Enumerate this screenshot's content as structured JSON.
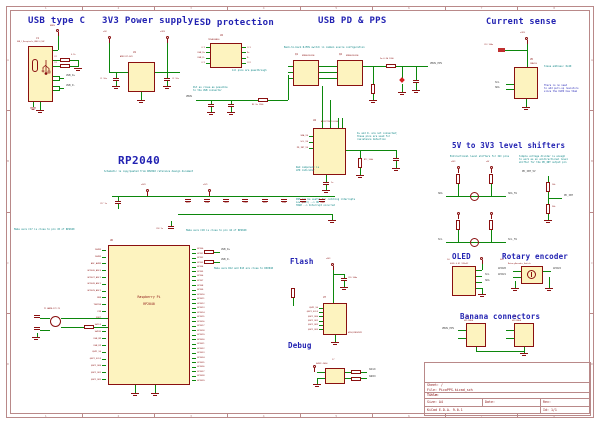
{
  "colors": {
    "bg": "#ffffff",
    "frame": "#b98989",
    "title": "#2222b2",
    "symbol": "#8a1010",
    "fill": "#fdf3bf",
    "wire": "#0c870c",
    "note": "#0d8585",
    "net": "#3a3a3a"
  },
  "frame": {
    "columns": [
      "1",
      "2",
      "3",
      "4",
      "5",
      "6",
      "7",
      "8"
    ],
    "rows": [
      "A",
      "B",
      "C",
      "D"
    ]
  },
  "title_block": {
    "sheet": "Sheet: /",
    "file": "File: PicoPPS.kicad_sch",
    "title_label": "Title:",
    "size": "Size: A4",
    "date": "Date:",
    "tool": "KiCad E.D.A. 9.0.1",
    "rev": "Rev:",
    "id": "Id: 1/1"
  },
  "nets": {
    "vbus": "VBUS",
    "gnd": "GND",
    "p5": "+5V",
    "p3": "+3V3",
    "p1": "+1V1",
    "sda": "SDA",
    "scl": "SCL",
    "sda5": "SDA_5V",
    "scl5": "SCL_5V",
    "pdint": "PD_INT",
    "pdint5": "PD_INT_5V",
    "usbdp": "USB_D+",
    "usbdm": "USB_D-",
    "vbuspps": "VBUS_PPS",
    "swclk": "SWCLK",
    "swdio": "SWDIO"
  },
  "sections": {
    "usb_c": {
      "title": "USB type C",
      "ref": "J1",
      "value": "USB_C_Receptacle_USB2.0_16P",
      "cc1": "CC1",
      "cc2": "CC2",
      "r_cc": "5.1k"
    },
    "power3v3": {
      "title": "3V3 Power supply",
      "ref": "U1",
      "value": "AMS1117-3V3",
      "cap_in": "C1 10u",
      "cap_out": "C2 10u"
    },
    "esd": {
      "title": "ESD protection",
      "ref": "U2",
      "value": "TPD4EUSB30",
      "left_pins": [
        "CC1",
        "USB_D+",
        "USB_D-",
        "CC2"
      ],
      "right_pins": [
        "CC1",
        "D+",
        "D-",
        "CC2"
      ],
      "note1": "All pins are passthrough",
      "note2": "Put as close as possible\nto the USB connector",
      "r_series": "R3 2m 1206"
    },
    "usb_pd": {
      "title": "USB PD & PPS",
      "note_switch": "Back-to-back N-MOS switch in common source configuration",
      "q1_ref": "Q1",
      "q1_value": "DMN3023LFDE",
      "q2_ref": "Q2",
      "q2_value": "DMN3023LFDE",
      "shunt": "2m 0.5W 1206",
      "u_ref": "U4",
      "u_value": "AP33772S-13-USO",
      "left_pins": [
        "SDA_5V",
        "SCL_5V",
        "PD_INT_5V"
      ],
      "thermistor": "NTC_100k",
      "cap_out": "1u",
      "note_dpdm": "D+ and D- are not connected;\nthese pins are used for\nresistance detection",
      "note_led": "Red component is\nLED indicator",
      "note_int": "INT can be useful for catching interrupts\nLow (3V3) --> OK\nHIGH --> Interrupt occurred"
    },
    "current": {
      "title": "Current sense",
      "ref": "U5",
      "value": "INA226",
      "cap": "C13 100n",
      "note_addr": "Slave address: 0x40",
      "note_pullup": "There is no need\nto add pull-up resistors\nsince the OLED has them"
    },
    "rp2040": {
      "title": "RP2040",
      "note_ref": "Schematic is copy/pasted from RP2040 reference design document",
      "ref": "U6",
      "name1": "Raspberry Pi",
      "name2": "RP2040",
      "decaps": [
        "100n",
        "100n",
        "100n",
        "100n",
        "100n",
        "100n",
        "100n",
        "100n"
      ],
      "cap17": "C17 1u",
      "cap18": "C18 1u",
      "note_c17": "Make sure C17 is close to pin 45 of RP2040",
      "note_c18": "Make sure C18 is close to pin 44 of RP2040",
      "note_r12": "Make sure R12 and R13 are close to RP2040",
      "xtal": "Y1 ABM8-272-T3",
      "left_pins": [
        "IOVDD",
        "IOVDD",
        "ADC_AVDD",
        "GPIO26_ADC0",
        "GPIO27_ADC1",
        "GPIO28_ADC2",
        "GPIO29_ADC3",
        "RUN",
        "TESTEN",
        "XIN",
        "XOUT",
        "SWCLK",
        "SWDIO",
        "USB_DM",
        "USB_DP",
        "QSPI_SS",
        "QSPI_SCLK",
        "QSPI_SD0",
        "QSPI_SD1",
        "QSPI_SD2"
      ],
      "right_pins": [
        "GPIO0",
        "GPIO1",
        "GPIO2",
        "GPIO3",
        "GPIO4",
        "GPIO5",
        "GPIO6",
        "GPIO7",
        "GPIO8",
        "GPIO9",
        "GPIO10",
        "GPIO11",
        "GPIO12",
        "GPIO13",
        "GPIO14",
        "GPIO15",
        "GPIO16",
        "GPIO17",
        "GPIO18",
        "GPIO19",
        "GPIO20",
        "GPIO21",
        "GPIO22",
        "GPIO23",
        "GPIO24",
        "GPIO25",
        "GPIO26",
        "GPIO27",
        "GPIO28",
        "GPIO29"
      ]
    },
    "shifters": {
      "title": "5V to 3V3 level shifters",
      "note_bidir": "Bidirectional level shifters for I2C pins",
      "note_div": "Simple voltage divider is enough\nto work as an unidirectional level\nshifter for the PD_INT output pin",
      "r_top": "10k",
      "r_bot": "20k"
    },
    "oled": {
      "title": "OLED",
      "ref": "J4",
      "value": "OLED 0.91 128x32"
    },
    "rotary": {
      "title": "Rotary encoder",
      "ref": "SW1",
      "value": "RotaryEncoder_Switch",
      "pin_a": "GPIO20",
      "pin_b": "GPIO21",
      "pin_sw": "GPIO22"
    },
    "banana": {
      "title": "Banana connectors",
      "j1_ref": "J5",
      "j1_value": "GP1-MBL4",
      "j2_ref": "J6",
      "j2_value": "GP2-MBL4"
    },
    "flash": {
      "title": "Flash",
      "ref": "U7",
      "value": "W25Q128JVSIM",
      "cap": "C19 100n",
      "pins": [
        "QSPI_SS",
        "QSPI_SCLK",
        "QSPI_SD0",
        "QSPI_SD1",
        "QSPI_SD2",
        "QSPI_SD3"
      ]
    },
    "debug": {
      "title": "Debug",
      "ref": "J7",
      "value": "SWDIF-2054"
    }
  }
}
